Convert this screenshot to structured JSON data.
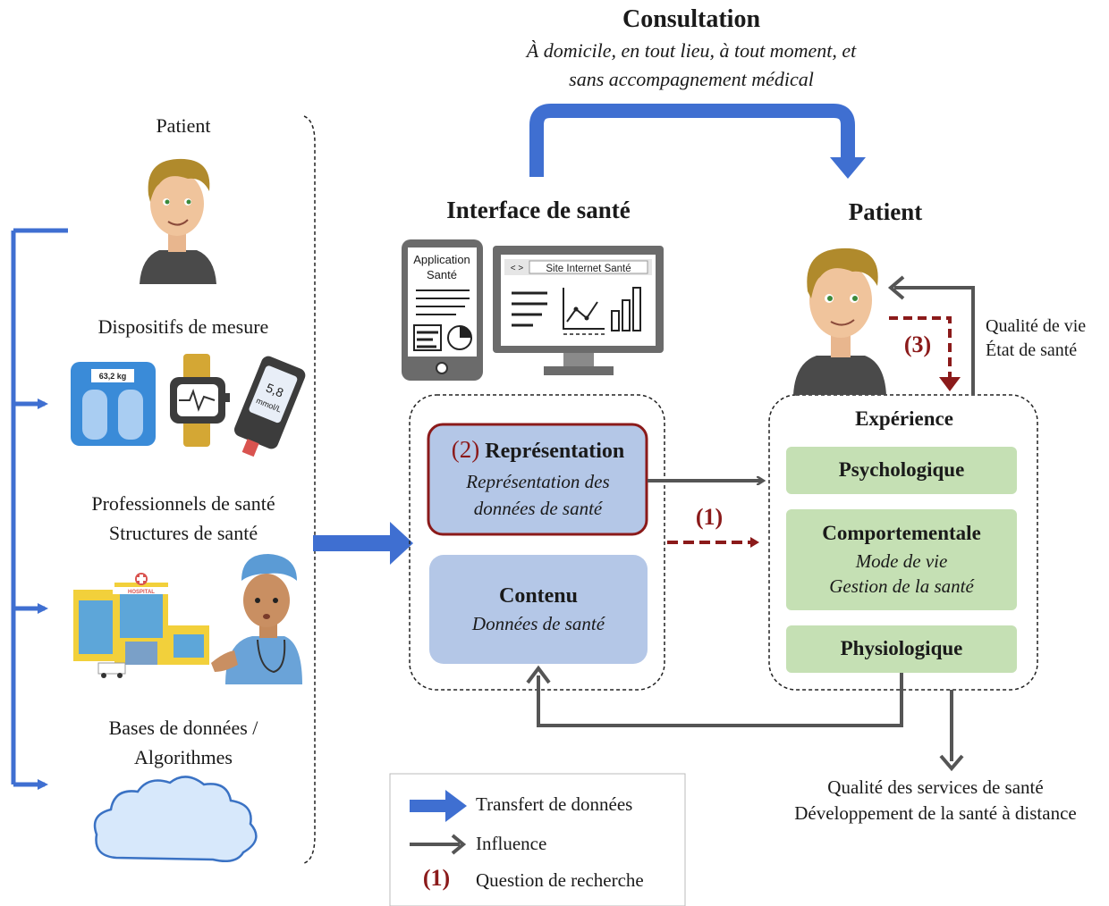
{
  "consultation": {
    "title": "Consultation",
    "subtitle_line1": "À domicile, en tout lieu, à tout moment, et",
    "subtitle_line2": "sans accompagnement médical"
  },
  "left_column": {
    "patient_label": "Patient",
    "devices_label": "Dispositifs de mesure",
    "scale_reading": "63,2 kg",
    "glucose_value": "5,8",
    "glucose_unit": "mmol/L",
    "professionals_line1": "Professionnels de santé",
    "professionals_line2": "Structures de santé",
    "hospital_sign": "HOSPITAL",
    "databases_line1": "Bases de données /",
    "databases_line2": "Algorithmes"
  },
  "interface": {
    "title": "Interface de santé",
    "app_line1": "Application",
    "app_line2": "Santé",
    "website_nav": "< >",
    "website_label": "Site Internet Santé",
    "representation_number": "(2)",
    "representation_title": "Représentation",
    "representation_sub1": "Représentation des",
    "representation_sub2": "données de santé",
    "content_title": "Contenu",
    "content_sub": "Données de santé"
  },
  "patient_right": {
    "title": "Patient",
    "quality_line1": "Qualité de vie",
    "quality_line2": "État de santé",
    "question3": "(3)"
  },
  "experience": {
    "title": "Expérience",
    "psych": "Psychologique",
    "behav": "Comportementale",
    "behav_sub1": "Mode de vie",
    "behav_sub2": "Gestion de la santé",
    "physio": "Physiologique"
  },
  "question1": "(1)",
  "outcome": {
    "line1": "Qualité des services de santé",
    "line2": "Développement de la santé à distance"
  },
  "legend": {
    "transfer": "Transfert de données",
    "influence": "Influence",
    "question_marker": "(1)",
    "question": "Question de recherche"
  },
  "colors": {
    "blue_arrow": "#3f6fd1",
    "grey_arrow": "#555555",
    "dark_red": "#8b1a1a",
    "light_blue_box": "#b4c7e7",
    "light_green_box": "#c5e0b4"
  }
}
